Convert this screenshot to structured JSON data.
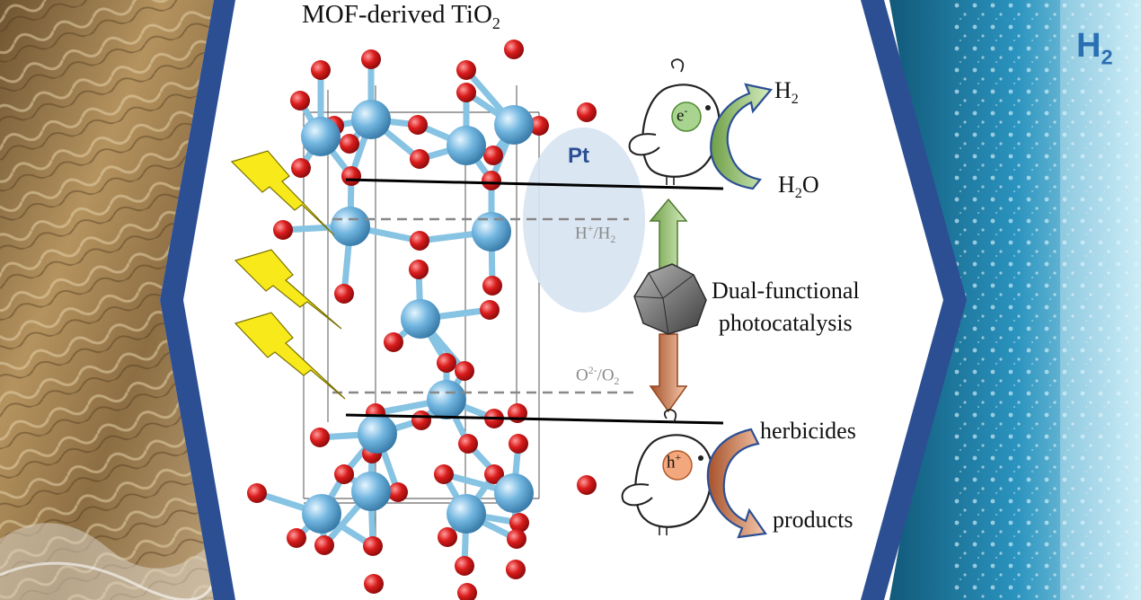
{
  "title": {
    "main": "MOF-derived TiO",
    "sub": "2"
  },
  "corner_label": {
    "main": "H",
    "sub": "2"
  },
  "pt_label": "Pt",
  "electron": {
    "main": "e",
    "sup": "-"
  },
  "hole": {
    "main": "h",
    "sup": "+"
  },
  "h2": {
    "main": "H",
    "sub": "2"
  },
  "h2o": {
    "a": "H",
    "sub": "2",
    "b": "O"
  },
  "redox_upper": {
    "a": "H",
    "sup": "+",
    "b": "/H",
    "sub": "2"
  },
  "redox_lower": {
    "a": "O",
    "sup": "2-",
    "b": "/O",
    "sub": "2"
  },
  "mechanism": {
    "line1": "Dual-functional",
    "line2": "photocatalysis"
  },
  "herbicides": "herbicides",
  "products": "products",
  "colors": {
    "frame_blue": "#2c4f94",
    "ti_atom": "#6fb3dc",
    "o_atom": "#d8161b",
    "bond": "#87c3e3",
    "lightning": "#f7e91a",
    "pt_ellipse": "#d6e3f1",
    "green_arrow": "#9fce7a",
    "orange_arrow": "#eca079",
    "water": "#1f7aa8",
    "sediment": "#a8865a"
  },
  "icons": [
    "lightning-icon",
    "bird-icon",
    "rock-icon",
    "arrow-icon"
  ]
}
